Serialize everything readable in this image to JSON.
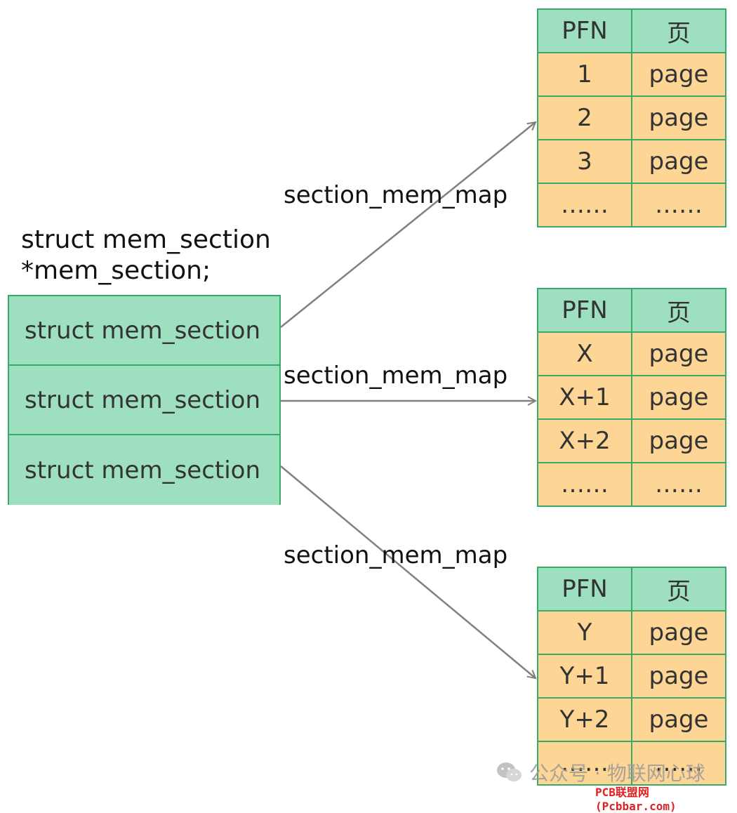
{
  "declaration": {
    "line1": "struct mem_section",
    "line2": "*mem_section;"
  },
  "section_array": [
    "struct mem_section",
    "struct mem_section",
    "struct mem_section"
  ],
  "map_label": "section_mem_map",
  "tables": [
    {
      "header": [
        "PFN",
        "页"
      ],
      "rows": [
        [
          "1",
          "page"
        ],
        [
          "2",
          "page"
        ],
        [
          "3",
          "page"
        ],
        [
          "……",
          "……"
        ]
      ]
    },
    {
      "header": [
        "PFN",
        "页"
      ],
      "rows": [
        [
          "X",
          "page"
        ],
        [
          "X+1",
          "page"
        ],
        [
          "X+2",
          "page"
        ],
        [
          "……",
          "……"
        ]
      ]
    },
    {
      "header": [
        "PFN",
        "页"
      ],
      "rows": [
        [
          "Y",
          "page"
        ],
        [
          "Y+1",
          "page"
        ],
        [
          "Y+2",
          "page"
        ],
        [
          "……",
          "……"
        ]
      ]
    }
  ],
  "watermark": "公众号 · 物联网心球",
  "credit": "PCB联盟网 (Pcbbar.com)",
  "colors": {
    "header_green": "#9edfc0",
    "cell_orange": "#fdd595",
    "border_green": "#3aaa6a",
    "arrow_gray": "#808080"
  }
}
